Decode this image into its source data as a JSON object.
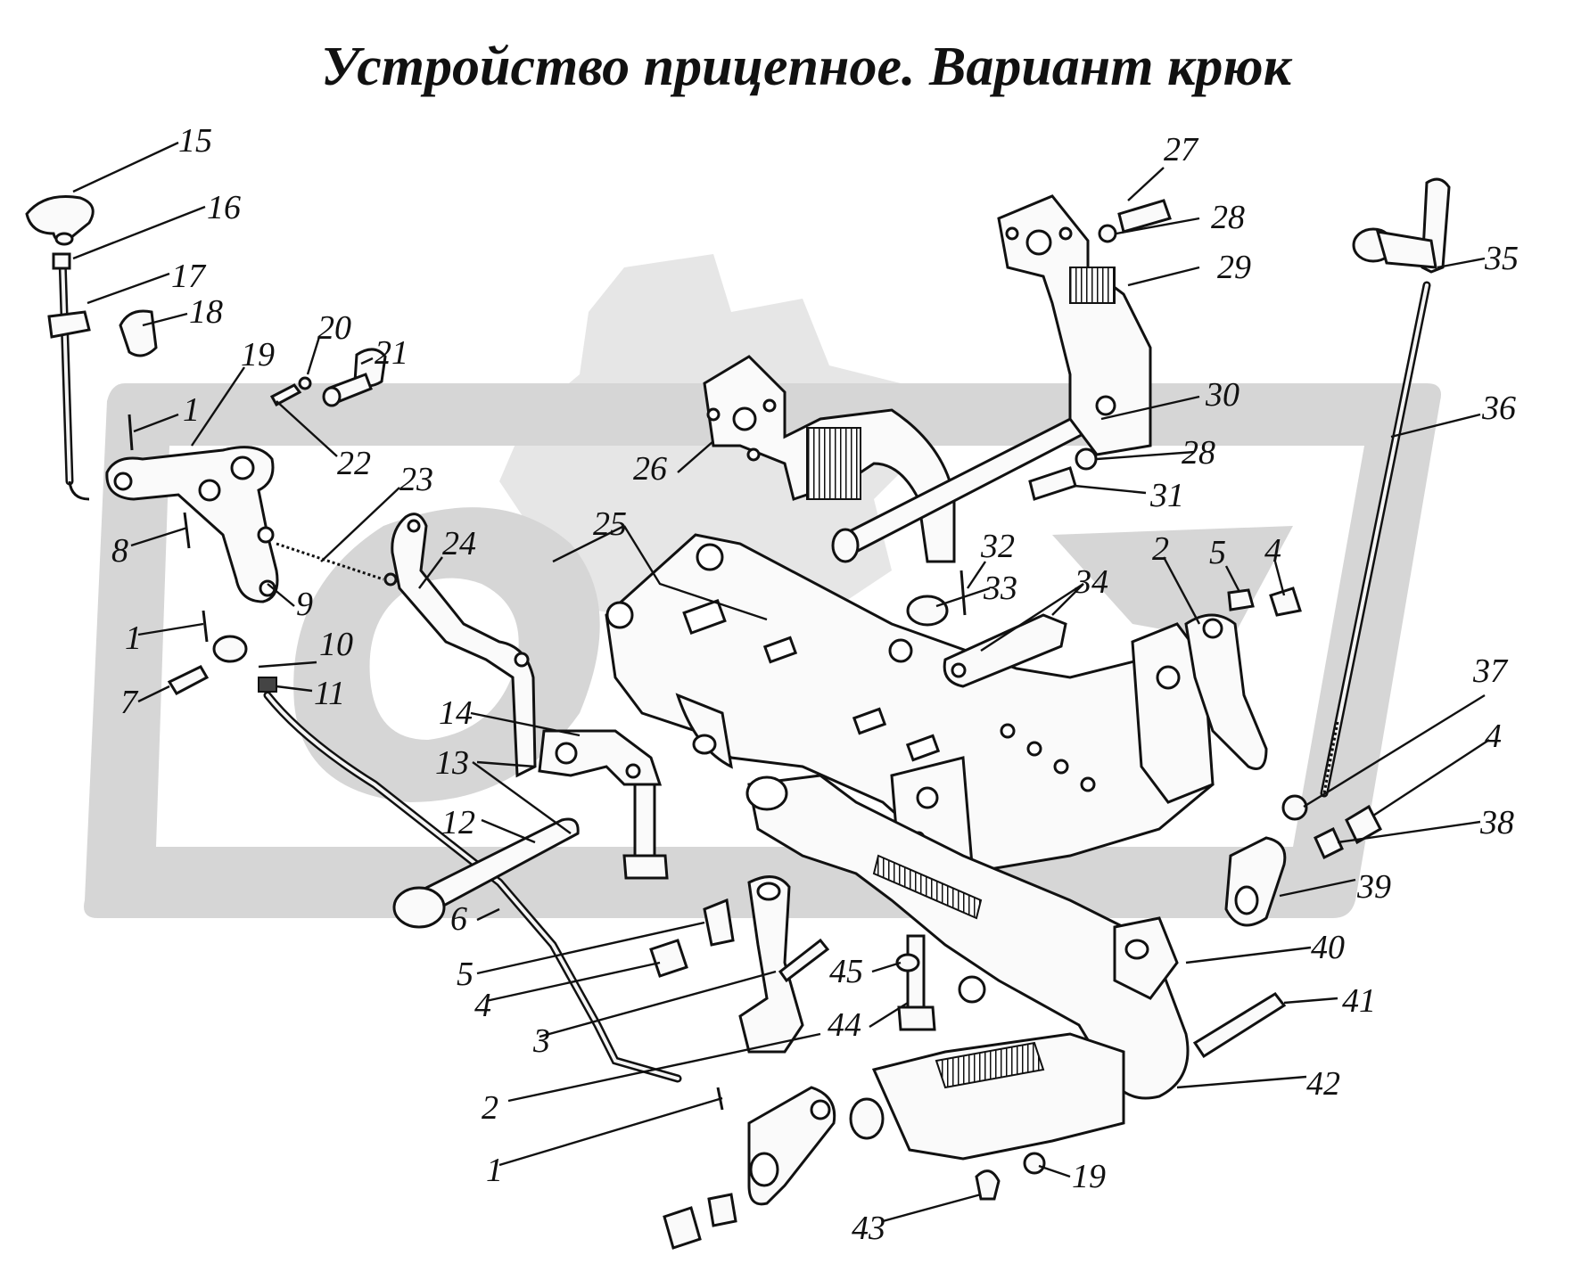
{
  "title": "Устройство прицепное. Вариант крюк",
  "callouts": [
    {
      "id": "c15",
      "label": "15"
    },
    {
      "id": "c16",
      "label": "16"
    },
    {
      "id": "c17",
      "label": "17"
    },
    {
      "id": "c18",
      "label": "18"
    },
    {
      "id": "c19a",
      "label": "19"
    },
    {
      "id": "c20",
      "label": "20"
    },
    {
      "id": "c21",
      "label": "21"
    },
    {
      "id": "c1a",
      "label": "1"
    },
    {
      "id": "c22",
      "label": "22"
    },
    {
      "id": "c8",
      "label": "8"
    },
    {
      "id": "c23",
      "label": "23"
    },
    {
      "id": "c24",
      "label": "24"
    },
    {
      "id": "c9",
      "label": "9"
    },
    {
      "id": "c1b",
      "label": "1"
    },
    {
      "id": "c10",
      "label": "10"
    },
    {
      "id": "c7",
      "label": "7"
    },
    {
      "id": "c11",
      "label": "11"
    },
    {
      "id": "c14",
      "label": "14"
    },
    {
      "id": "c13",
      "label": "13"
    },
    {
      "id": "c12",
      "label": "12"
    },
    {
      "id": "c6",
      "label": "6"
    },
    {
      "id": "c5a",
      "label": "5"
    },
    {
      "id": "c4a",
      "label": "4"
    },
    {
      "id": "c3",
      "label": "3"
    },
    {
      "id": "c2a",
      "label": "2"
    },
    {
      "id": "c1c",
      "label": "1"
    },
    {
      "id": "c25",
      "label": "25"
    },
    {
      "id": "c26",
      "label": "26"
    },
    {
      "id": "c27",
      "label": "27"
    },
    {
      "id": "c28a",
      "label": "28"
    },
    {
      "id": "c29",
      "label": "29"
    },
    {
      "id": "c30",
      "label": "30"
    },
    {
      "id": "c28b",
      "label": "28"
    },
    {
      "id": "c31",
      "label": "31"
    },
    {
      "id": "c32",
      "label": "32"
    },
    {
      "id": "c33",
      "label": "33"
    },
    {
      "id": "c34",
      "label": "34"
    },
    {
      "id": "c2b",
      "label": "2"
    },
    {
      "id": "c5b",
      "label": "5"
    },
    {
      "id": "c4b",
      "label": "4"
    },
    {
      "id": "c35",
      "label": "35"
    },
    {
      "id": "c36",
      "label": "36"
    },
    {
      "id": "c37",
      "label": "37"
    },
    {
      "id": "c4c",
      "label": "4"
    },
    {
      "id": "c38",
      "label": "38"
    },
    {
      "id": "c39",
      "label": "39"
    },
    {
      "id": "c40",
      "label": "40"
    },
    {
      "id": "c41",
      "label": "41"
    },
    {
      "id": "c42",
      "label": "42"
    },
    {
      "id": "c45",
      "label": "45"
    },
    {
      "id": "c44",
      "label": "44"
    },
    {
      "id": "c19b",
      "label": "19"
    },
    {
      "id": "c43",
      "label": "43"
    }
  ]
}
